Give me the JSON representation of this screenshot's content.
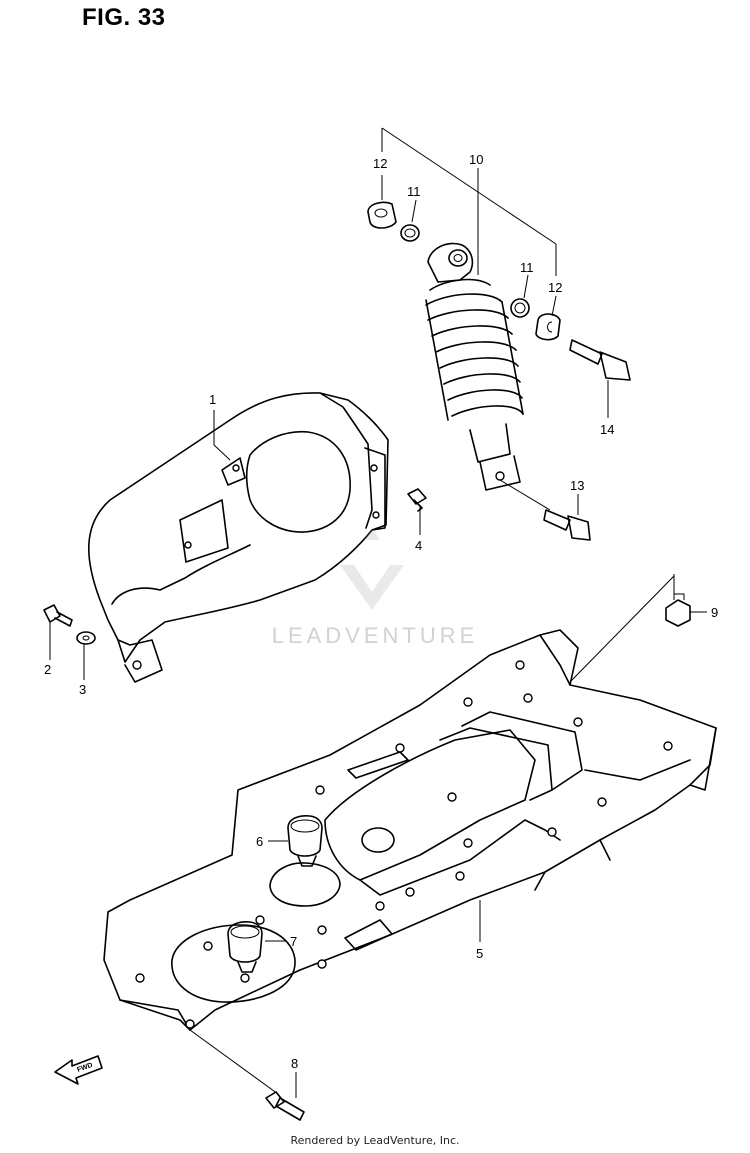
{
  "figure": {
    "title": "FIG. 33"
  },
  "callouts": [
    {
      "id": "c1",
      "label": "1"
    },
    {
      "id": "c2",
      "label": "2"
    },
    {
      "id": "c3",
      "label": "3"
    },
    {
      "id": "c4",
      "label": "4"
    },
    {
      "id": "c5",
      "label": "5"
    },
    {
      "id": "c6",
      "label": "6"
    },
    {
      "id": "c7",
      "label": "7"
    },
    {
      "id": "c8",
      "label": "8"
    },
    {
      "id": "c9",
      "label": "9"
    },
    {
      "id": "c10",
      "label": "10"
    },
    {
      "id": "c11a",
      "label": "11"
    },
    {
      "id": "c11b",
      "label": "11"
    },
    {
      "id": "c12a",
      "label": "12"
    },
    {
      "id": "c12b",
      "label": "12"
    },
    {
      "id": "c13",
      "label": "13"
    },
    {
      "id": "c14",
      "label": "14"
    }
  ],
  "watermark": {
    "text": "LEADVENTURE"
  },
  "footer": {
    "text": "Rendered by LeadVenture, Inc."
  },
  "direction_arrow": {
    "text": "FWD"
  }
}
